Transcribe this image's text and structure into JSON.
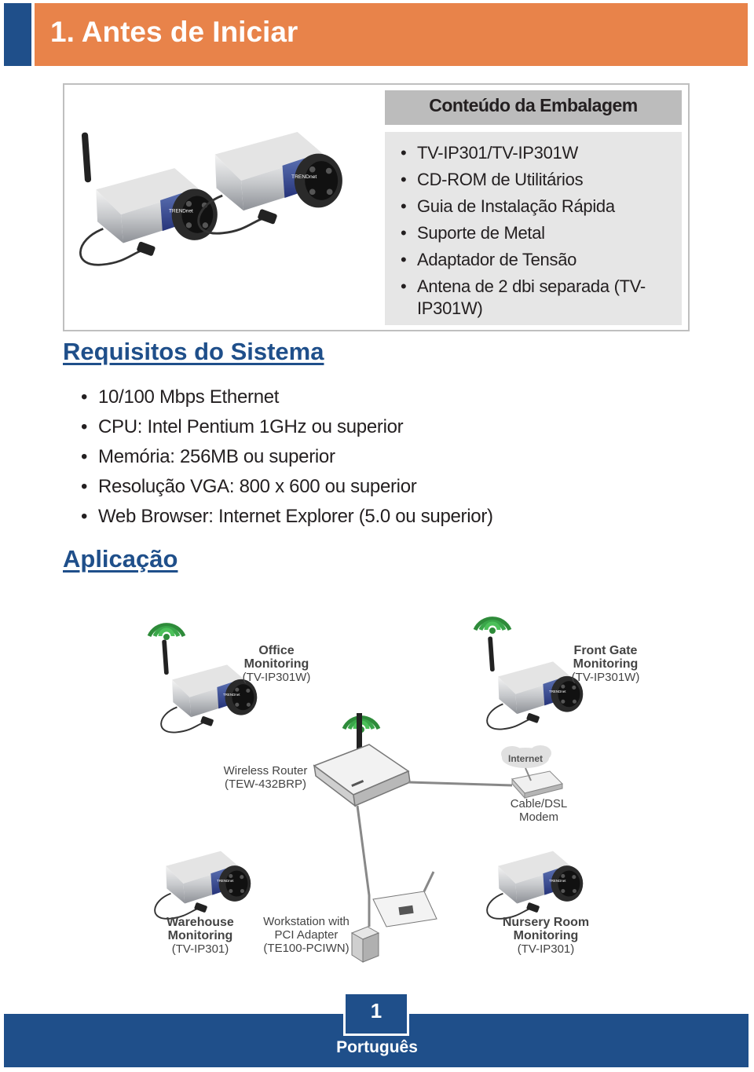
{
  "header": {
    "title": "1. Antes de Iniciar"
  },
  "package": {
    "heading": "Conteúdo da Embalagem",
    "items": [
      "TV-IP301/TV-IP301W",
      "CD-ROM de Utilitários",
      "Guia de Instalação Rápida",
      "Suporte de Metal",
      "Adaptador de Tensão",
      "Antena de 2 dbi separada (TV-IP301W)"
    ]
  },
  "requirements": {
    "title": "Requisitos do Sistema",
    "items": [
      "10/100 Mbps Ethernet",
      "CPU: Intel Pentium 1GHz ou superior",
      "Memória: 256MB ou superior",
      "Resolução VGA: 800 x 600 ou superior",
      "Web Browser: Internet Explorer (5.0 ou superior)"
    ]
  },
  "application": {
    "title": "Aplicação",
    "office": {
      "line1": "Office",
      "line2": "Monitoring",
      "model": "(TV-IP301W)"
    },
    "front_gate": {
      "line1": "Front Gate",
      "line2": "Monitoring",
      "model": "(TV-IP301W)"
    },
    "router": {
      "line1": "Wireless Router",
      "model": "(TEW-432BRP)"
    },
    "internet": "Internet",
    "modem": {
      "line1": "Cable/DSL",
      "line2": "Modem"
    },
    "warehouse": {
      "line1": "Warehouse",
      "line2": "Monitoring",
      "model": "(TV-IP301)"
    },
    "workstation": {
      "line1": "Workstation with",
      "line2": "PCI Adapter",
      "model": "(TE100-PCIWN)"
    },
    "nursery": {
      "line1": "Nursery Room",
      "line2": "Monitoring",
      "model": "(TV-IP301)"
    }
  },
  "footer": {
    "page": "1",
    "language": "Português"
  },
  "colors": {
    "brand_blue": "#1f4f8a",
    "accent_orange": "#e8834a",
    "panel_gray": "#bcbcbc"
  }
}
